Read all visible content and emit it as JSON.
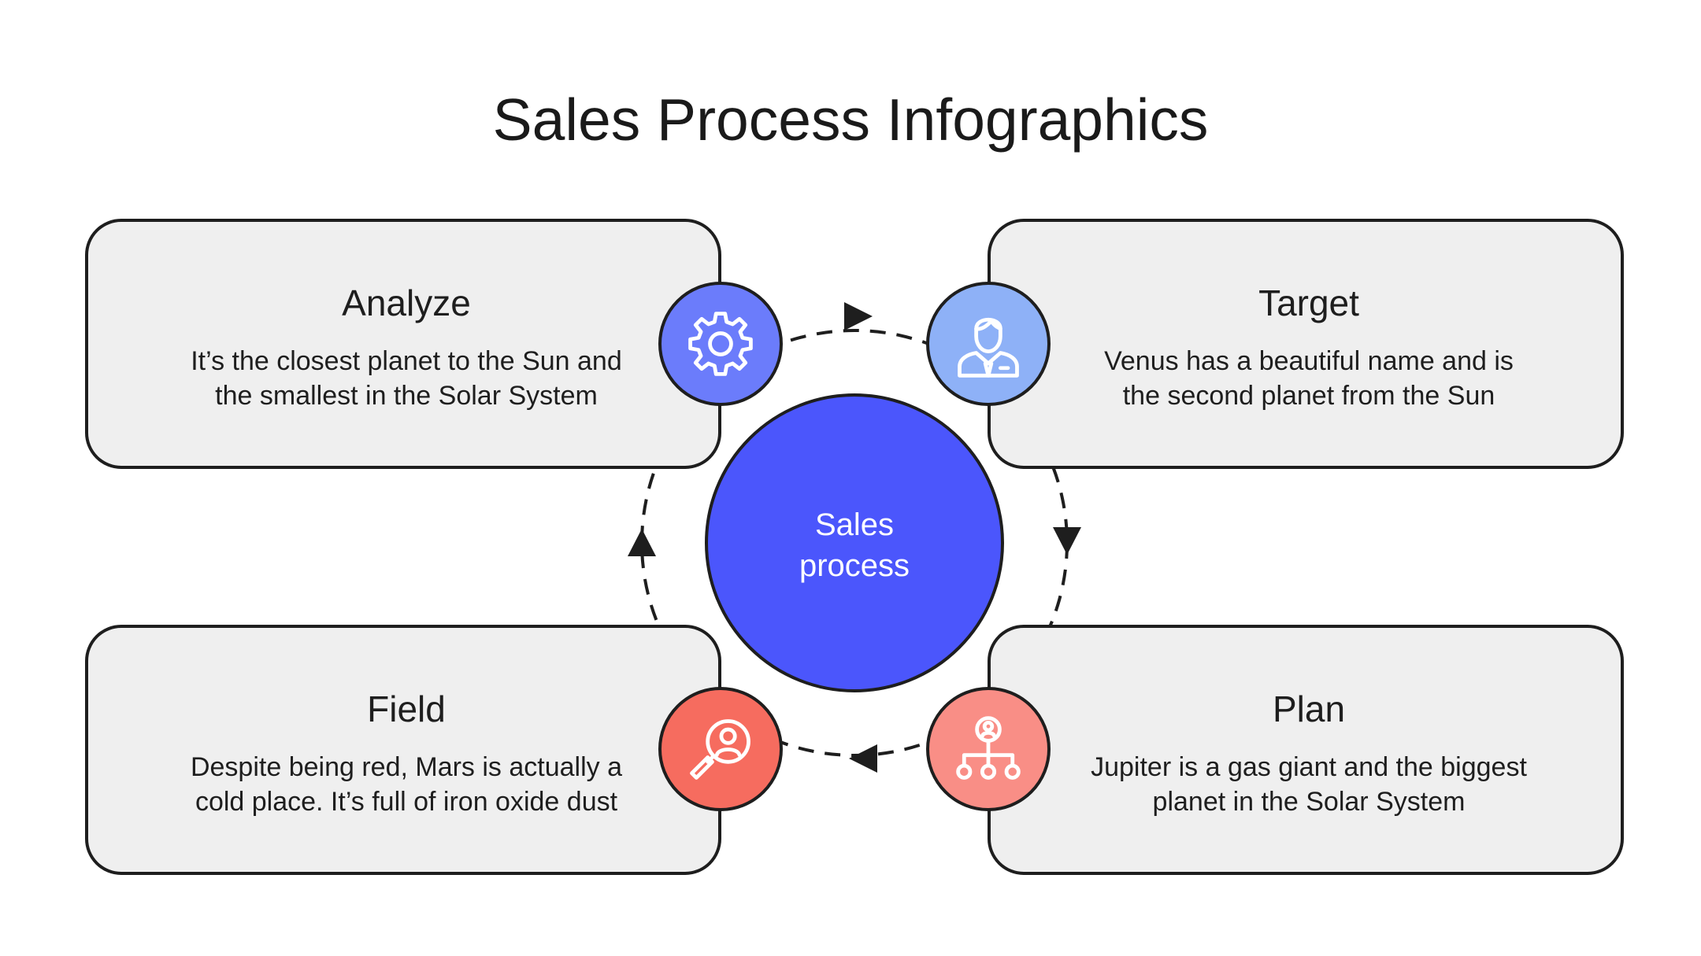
{
  "title": "Sales Process Infographics",
  "center": {
    "line1": "Sales",
    "line2": "process",
    "color": "#4b56fc"
  },
  "steps": [
    {
      "heading": "Analyze",
      "line1": "It’s the closest planet to the Sun and",
      "line2": "the smallest in the Solar System",
      "icon": "gear-icon",
      "color": "#6b7cfb"
    },
    {
      "heading": "Target",
      "line1": "Venus has a beautiful name and is",
      "line2": "the second planet from the Sun",
      "icon": "businessman-icon",
      "color": "#8eb1f7"
    },
    {
      "heading": "Plan",
      "line1": "Jupiter is a gas giant and the biggest",
      "line2": "planet in the Solar System",
      "icon": "org-hierarchy-icon",
      "color": "#f98e86"
    },
    {
      "heading": "Field",
      "line1": "Despite being red, Mars is actually a",
      "line2": "cold place. It’s full of iron oxide dust",
      "icon": "search-person-icon",
      "color": "#f66c5f"
    }
  ],
  "flow": [
    "Analyze",
    "Target",
    "Plan",
    "Field"
  ]
}
